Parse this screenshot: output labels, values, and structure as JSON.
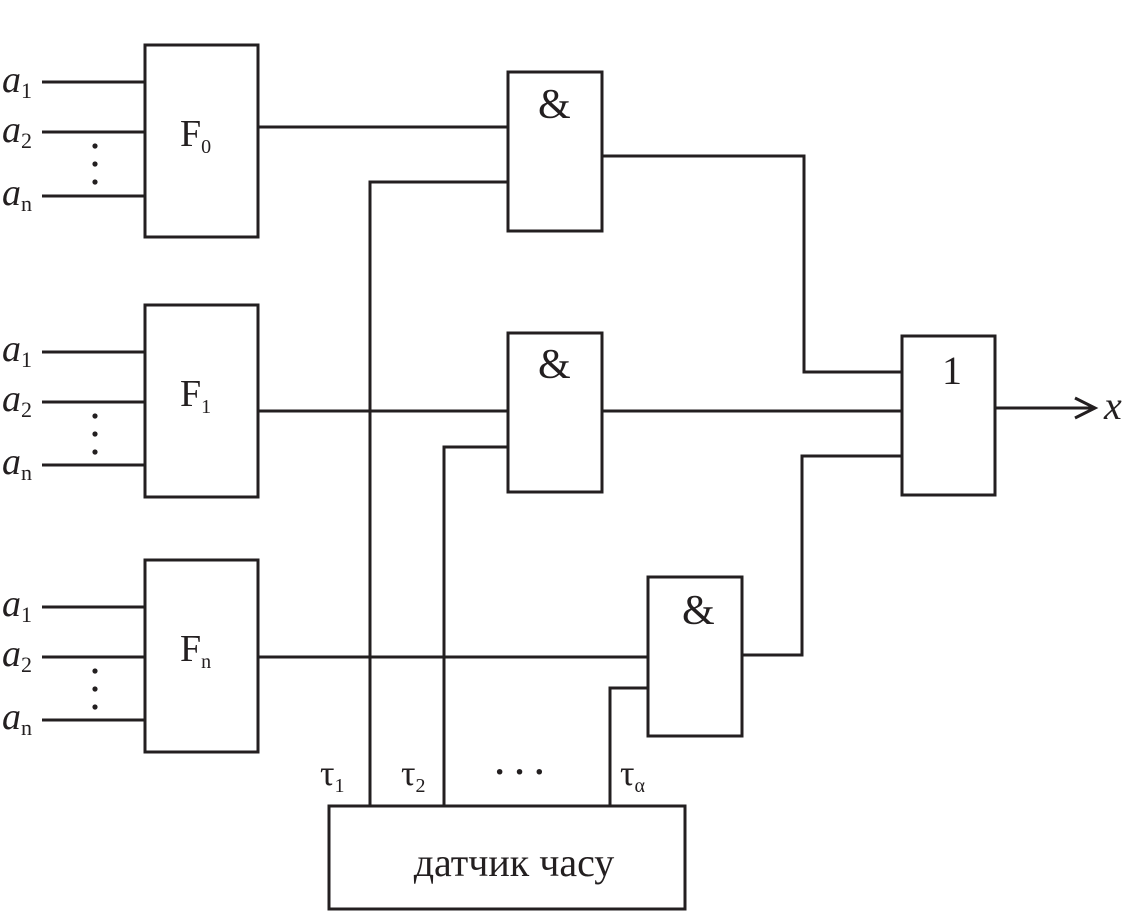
{
  "blocks": [
    {
      "name": "F",
      "sub": "0",
      "inputs": [
        {
          "base": "a",
          "sub": "1"
        },
        {
          "base": "a",
          "sub": "2"
        },
        {
          "base": "a",
          "sub": "n"
        }
      ]
    },
    {
      "name": "F",
      "sub": "1",
      "inputs": [
        {
          "base": "a",
          "sub": "1"
        },
        {
          "base": "a",
          "sub": "2"
        },
        {
          "base": "a",
          "sub": "n"
        }
      ]
    },
    {
      "name": "F",
      "sub": "n",
      "inputs": [
        {
          "base": "a",
          "sub": "1"
        },
        {
          "base": "a",
          "sub": "2"
        },
        {
          "base": "a",
          "sub": "n"
        }
      ]
    }
  ],
  "and_gates": [
    {
      "symbol": "&"
    },
    {
      "symbol": "&"
    },
    {
      "symbol": "&"
    }
  ],
  "or_gate": {
    "symbol": "1"
  },
  "output": {
    "label": "x"
  },
  "clock": {
    "label": "датчик часу",
    "taps": [
      {
        "base": "τ",
        "sub": "1"
      },
      {
        "base": "τ",
        "sub": "2"
      },
      {
        "base": "τ",
        "sub": "α"
      }
    ],
    "ellipsis": "· · ·"
  }
}
